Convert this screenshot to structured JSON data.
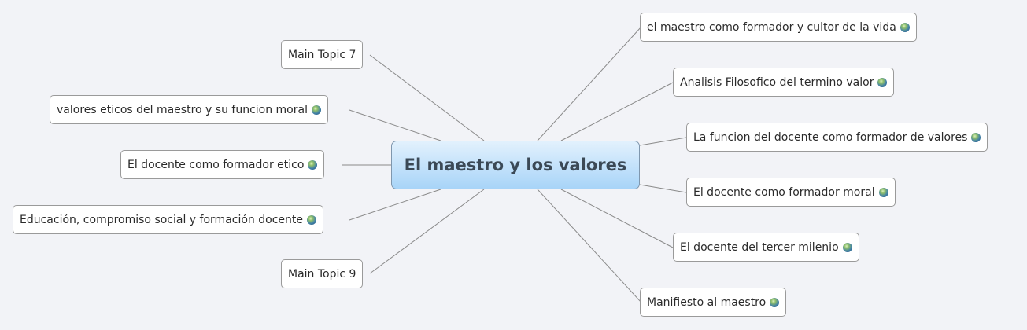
{
  "central_topic": "El maestro y los valores",
  "left_topics": [
    {
      "label": "Main Topic 7",
      "has_link_icon": false
    },
    {
      "label": "valores eticos del maestro y su funcion moral",
      "has_link_icon": true
    },
    {
      "label": "El docente como formador etico",
      "has_link_icon": true
    },
    {
      "label": "Educación, compromiso social y formación docente",
      "has_link_icon": true
    },
    {
      "label": "Main Topic 9",
      "has_link_icon": false
    }
  ],
  "right_topics": [
    {
      "label": "el maestro como formador y cultor de la vida",
      "has_link_icon": true
    },
    {
      "label": "Analisis Filosofico del termino valor",
      "has_link_icon": true
    },
    {
      "label": "La funcion del docente como formador de valores",
      "has_link_icon": true
    },
    {
      "label": "El docente como formador moral",
      "has_link_icon": true
    },
    {
      "label": "El docente del tercer milenio",
      "has_link_icon": true
    },
    {
      "label": "Manifiesto al maestro",
      "has_link_icon": true
    }
  ],
  "colors": {
    "background": "#f2f3f7",
    "central_fill": "#a8d4f8",
    "connector": "#8a8a8a"
  }
}
